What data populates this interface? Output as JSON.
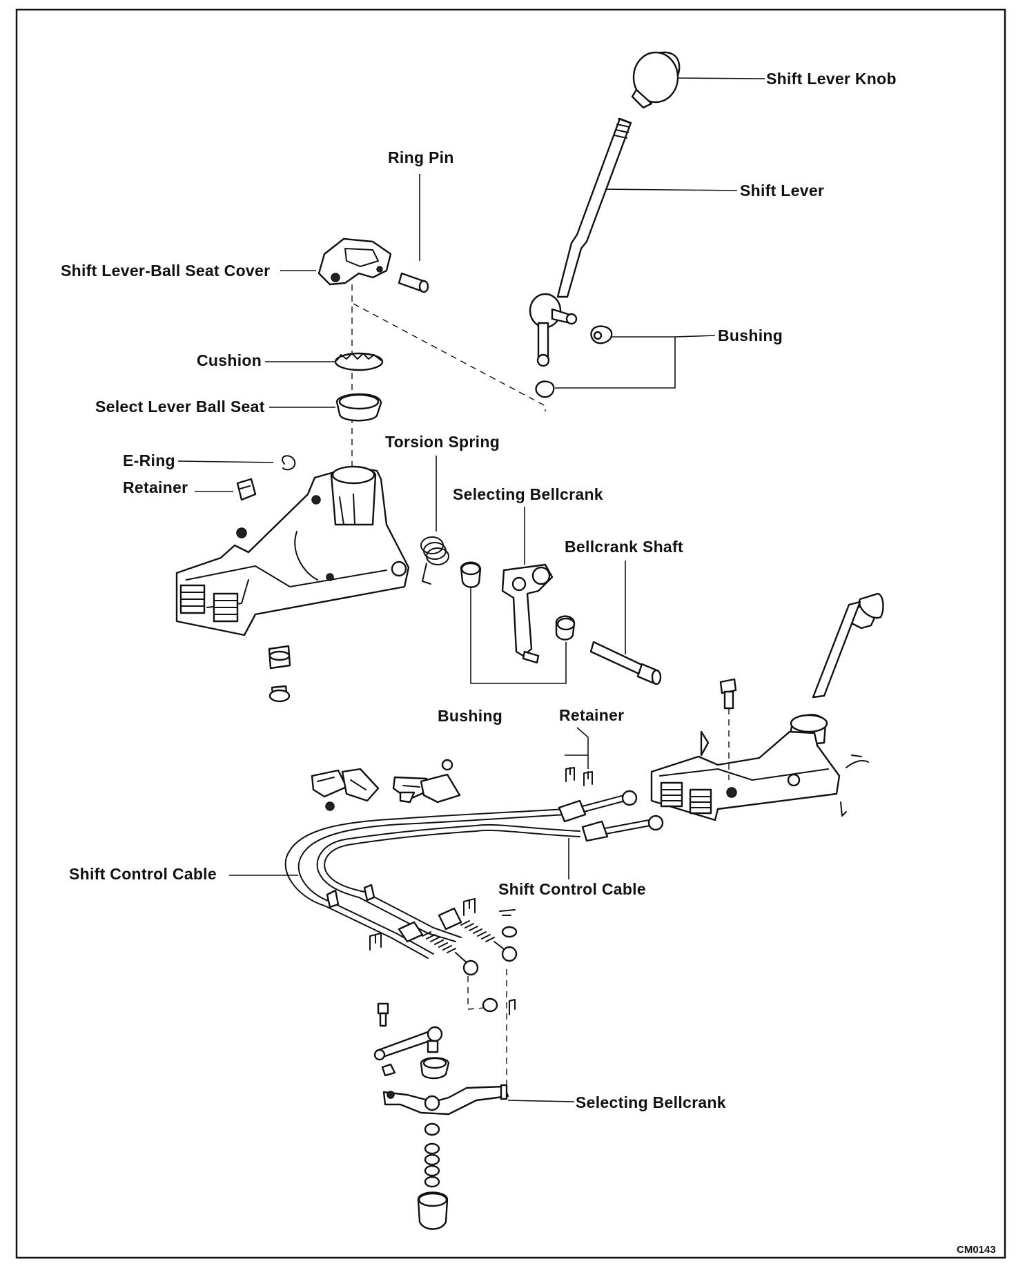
{
  "figure_code": "CM0143",
  "labels": {
    "shift_lever_knob": "Shift Lever Knob",
    "ring_pin": "Ring Pin",
    "shift_lever": "Shift Lever",
    "shift_lever_ball_seat_cover": "Shift Lever-Ball Seat Cover",
    "bushing_top": "Bushing",
    "cushion": "Cushion",
    "select_lever_ball_seat": "Select Lever Ball Seat",
    "torsion_spring": "Torsion Spring",
    "e_ring": "E-Ring",
    "retainer_left": "Retainer",
    "selecting_bellcrank_top": "Selecting Bellcrank",
    "bellcrank_shaft": "Bellcrank Shaft",
    "bushing_middle": "Bushing",
    "retainer_middle": "Retainer",
    "shift_control_cable_left": "Shift Control Cable",
    "shift_control_cable_right": "Shift Control Cable",
    "selecting_bellcrank_bottom": "Selecting Bellcrank"
  }
}
